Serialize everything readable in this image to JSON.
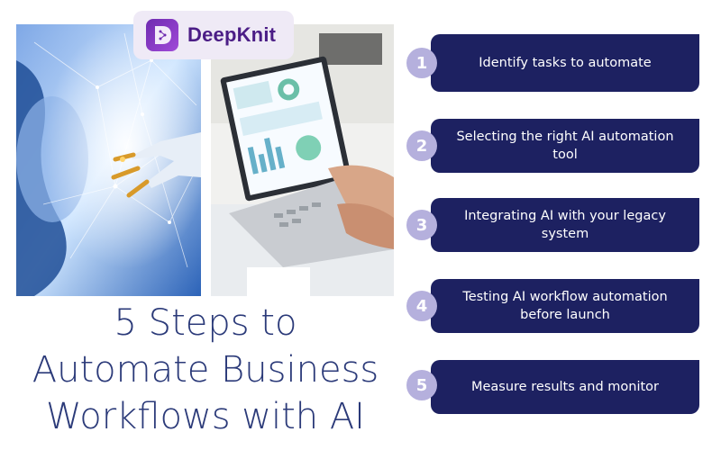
{
  "brand": {
    "name": "DeepKnit",
    "logo_icon": "deepknit-logo-icon",
    "color": "#4b1d86"
  },
  "headline": {
    "line1": "5 Steps to",
    "line2": "Automate Business",
    "line3": "Workflows with AI",
    "color": "#2b3a79"
  },
  "images": {
    "left": "robotic-hand-ai-network-photo",
    "right": "laptop-analytics-dashboard-photo"
  },
  "steps": [
    {
      "number": "1",
      "text": "Identify tasks to automate"
    },
    {
      "number": "2",
      "text": "Selecting the right AI automation tool"
    },
    {
      "number": "3",
      "text": "Integrating AI with your legacy system"
    },
    {
      "number": "4",
      "text": "Testing AI workflow automation before launch"
    },
    {
      "number": "5",
      "text": "Measure results and monitor"
    }
  ],
  "colors": {
    "step_card": "#1d2161",
    "step_number": "#b5b0dd",
    "brand_accent": "#6f2bb0"
  }
}
